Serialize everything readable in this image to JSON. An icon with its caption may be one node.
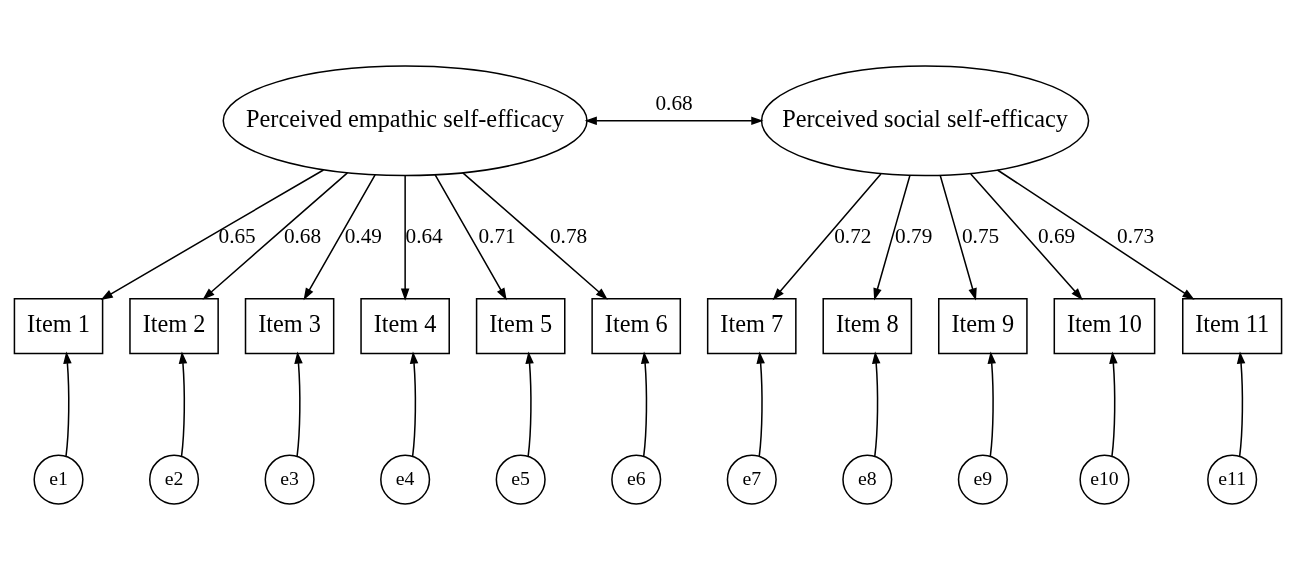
{
  "diagram": {
    "nodes": [
      {
        "text": [
          "Perceived empathic self-efficacy"
        ]
      },
      {
        "text": [
          "Perceived social self-efficacy"
        ]
      },
      {
        "text": [
          "Item 1"
        ]
      },
      {
        "text": [
          "Item 2"
        ]
      },
      {
        "text": [
          "Item 3"
        ]
      },
      {
        "text": [
          "Item 4"
        ]
      },
      {
        "text": [
          "Item 5"
        ]
      },
      {
        "text": [
          "Item 6"
        ]
      },
      {
        "text": [
          "Item 7"
        ]
      },
      {
        "text": [
          "Item 8"
        ]
      },
      {
        "text": [
          "Item 9"
        ]
      },
      {
        "text": [
          "Item 10"
        ]
      },
      {
        "text": [
          "Item 11"
        ]
      },
      {
        "text": [
          "e1"
        ]
      },
      {
        "text": [
          "e2"
        ]
      },
      {
        "text": [
          "e3"
        ]
      },
      {
        "text": [
          "e4"
        ]
      },
      {
        "text": [
          "e5"
        ]
      },
      {
        "text": [
          "e6"
        ]
      },
      {
        "text": [
          "e7"
        ]
      },
      {
        "text": [
          "e8"
        ]
      },
      {
        "text": [
          "e9"
        ]
      },
      {
        "text": [
          "e10"
        ]
      },
      {
        "text": [
          "e11"
        ]
      }
    ],
    "edges": [
      {
        "from": 0,
        "to": 1,
        "arrow": "both",
        "label": "0.68"
      },
      {
        "from": 0,
        "to": 2,
        "arrow": "to",
        "label": "0.65"
      },
      {
        "from": 0,
        "to": 3,
        "arrow": "to",
        "label": "0.68"
      },
      {
        "from": 0,
        "to": 4,
        "arrow": "to",
        "label": "0.49"
      },
      {
        "from": 0,
        "to": 5,
        "arrow": "to",
        "label": "0.64"
      },
      {
        "from": 0,
        "to": 6,
        "arrow": "to",
        "label": "0.71"
      },
      {
        "from": 0,
        "to": 7,
        "arrow": "to",
        "label": "0.78"
      },
      {
        "from": 1,
        "to": 8,
        "arrow": "to",
        "label": "0.72"
      },
      {
        "from": 1,
        "to": 9,
        "arrow": "to",
        "label": "0.79"
      },
      {
        "from": 1,
        "to": 10,
        "arrow": "to",
        "label": "0.75"
      },
      {
        "from": 1,
        "to": 11,
        "arrow": "to",
        "label": "0.69"
      },
      {
        "from": 1,
        "to": 12,
        "arrow": "to",
        "label": "0.73"
      },
      {
        "from": 13,
        "to": 2,
        "arrow": "to"
      },
      {
        "from": 14,
        "to": 3,
        "arrow": "to"
      },
      {
        "from": 15,
        "to": 4,
        "arrow": "to"
      },
      {
        "from": 16,
        "to": 5,
        "arrow": "to"
      },
      {
        "from": 17,
        "to": 6,
        "arrow": "to"
      },
      {
        "from": 18,
        "to": 7,
        "arrow": "to"
      },
      {
        "from": 19,
        "to": 8,
        "arrow": "to"
      },
      {
        "from": 20,
        "to": 9,
        "arrow": "to"
      },
      {
        "from": 21,
        "to": 10,
        "arrow": "to"
      },
      {
        "from": 22,
        "to": 11,
        "arrow": "to"
      },
      {
        "from": 23,
        "to": 12,
        "arrow": "to"
      }
    ]
  }
}
